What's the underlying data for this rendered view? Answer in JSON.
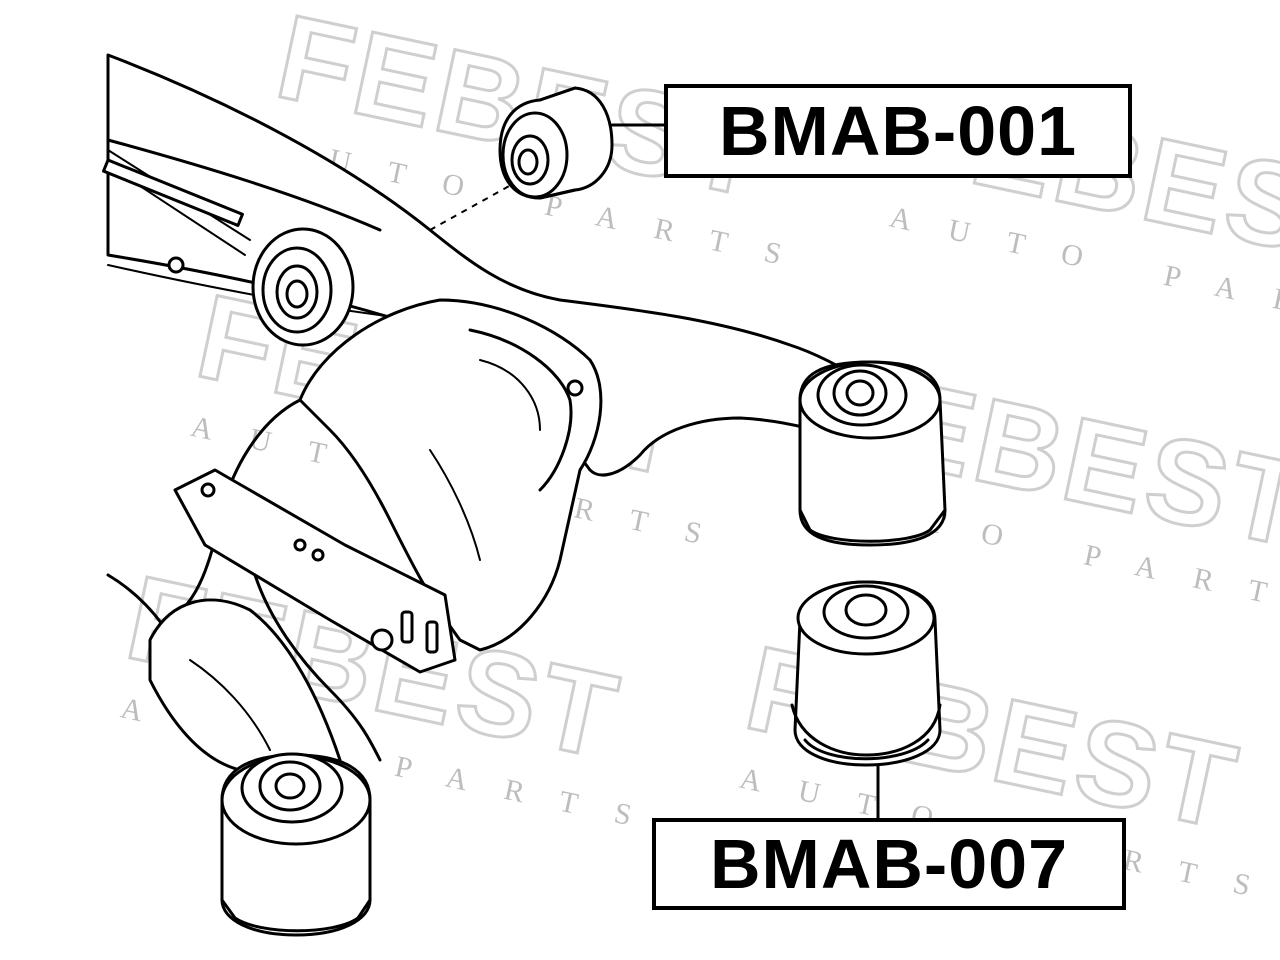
{
  "parts": {
    "top_label": "BMAB-001",
    "bottom_label": "BMAB-007"
  },
  "watermark": {
    "brand": "FEBEST",
    "tagline": "AUTO PARTS"
  },
  "colors": {
    "ink": "#000000",
    "watermark": "#cfcfcf",
    "background": "#ffffff"
  }
}
